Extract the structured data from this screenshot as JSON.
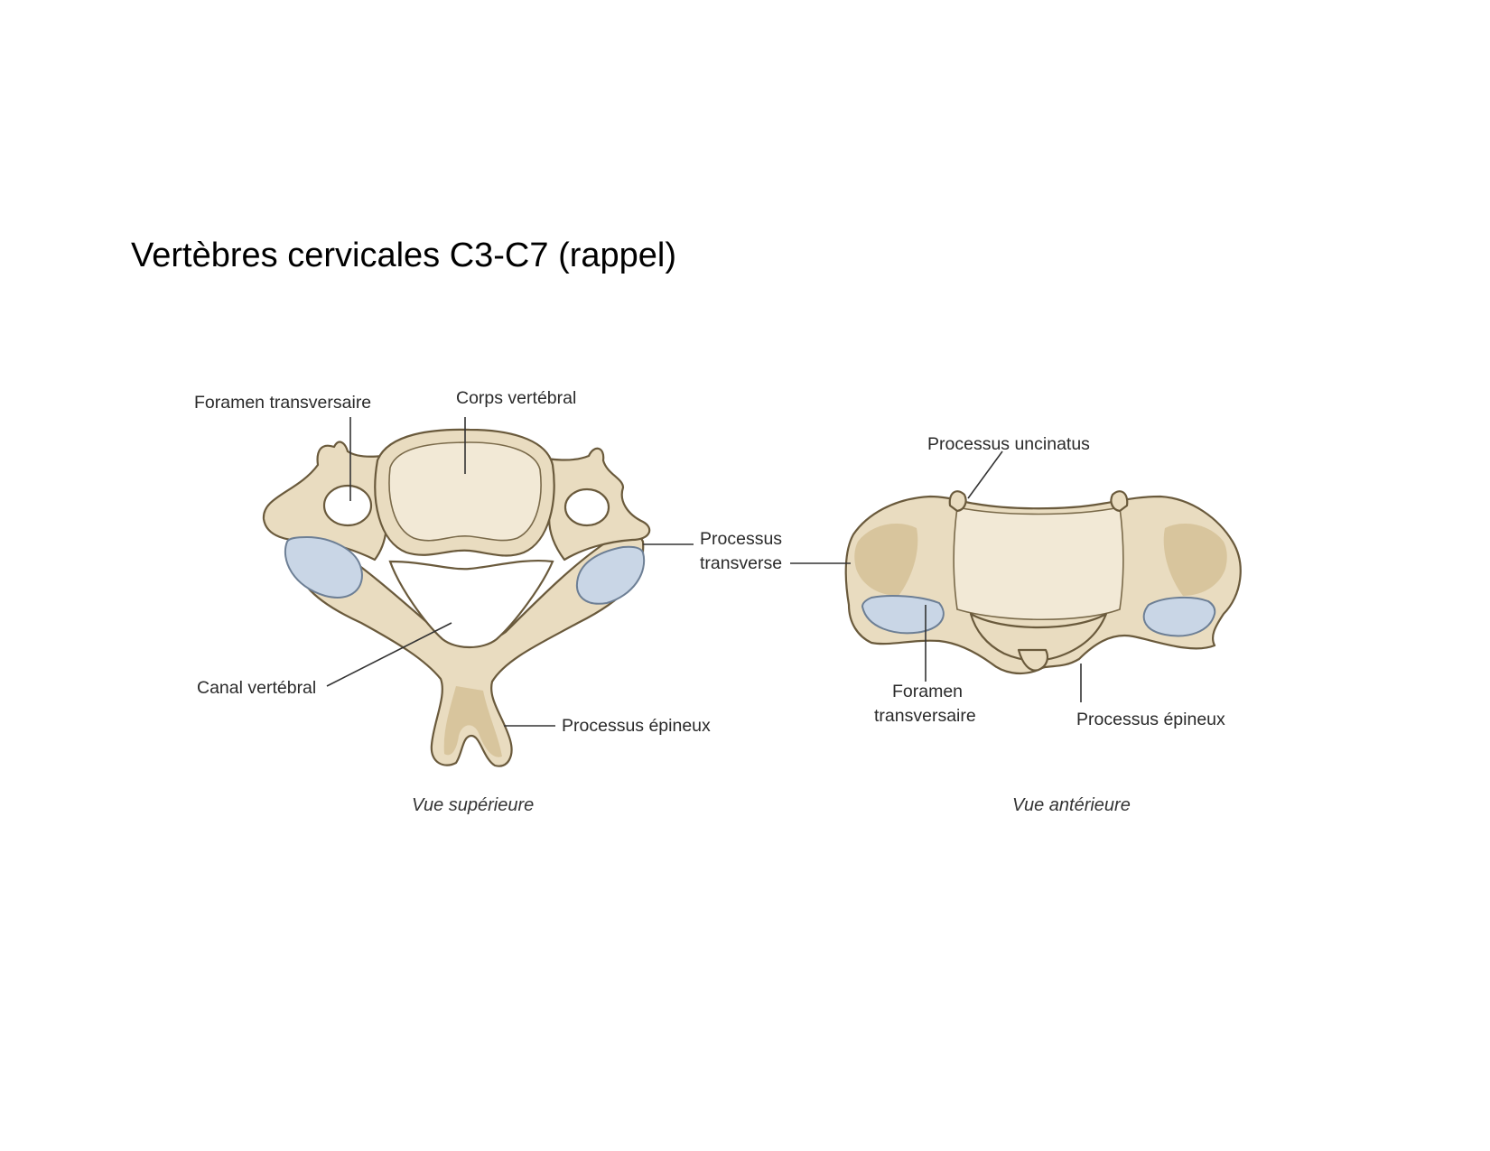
{
  "title": "Vertèbres cervicales C3-C7 (rappel)",
  "superior_view": {
    "caption": "Vue supérieure",
    "labels": {
      "foramen_transversaire": "Foramen transversaire",
      "corps_vertebral": "Corps vertébral",
      "processus_transverse_line1": "Processus",
      "processus_transverse_line2": "transverse",
      "canal_vertebral": "Canal vertébral",
      "processus_epineux": "Processus épineux"
    }
  },
  "anterior_view": {
    "caption": "Vue antérieure",
    "labels": {
      "processus_uncinatus": "Processus uncinatus",
      "foramen_transversaire_line1": "Foramen",
      "foramen_transversaire_line2": "transversaire",
      "processus_epineux": "Processus épineux"
    }
  },
  "colors": {
    "bone": "#e9dcc0",
    "cartilage": "#c9d6e6",
    "outline": "#6a5a3c"
  }
}
